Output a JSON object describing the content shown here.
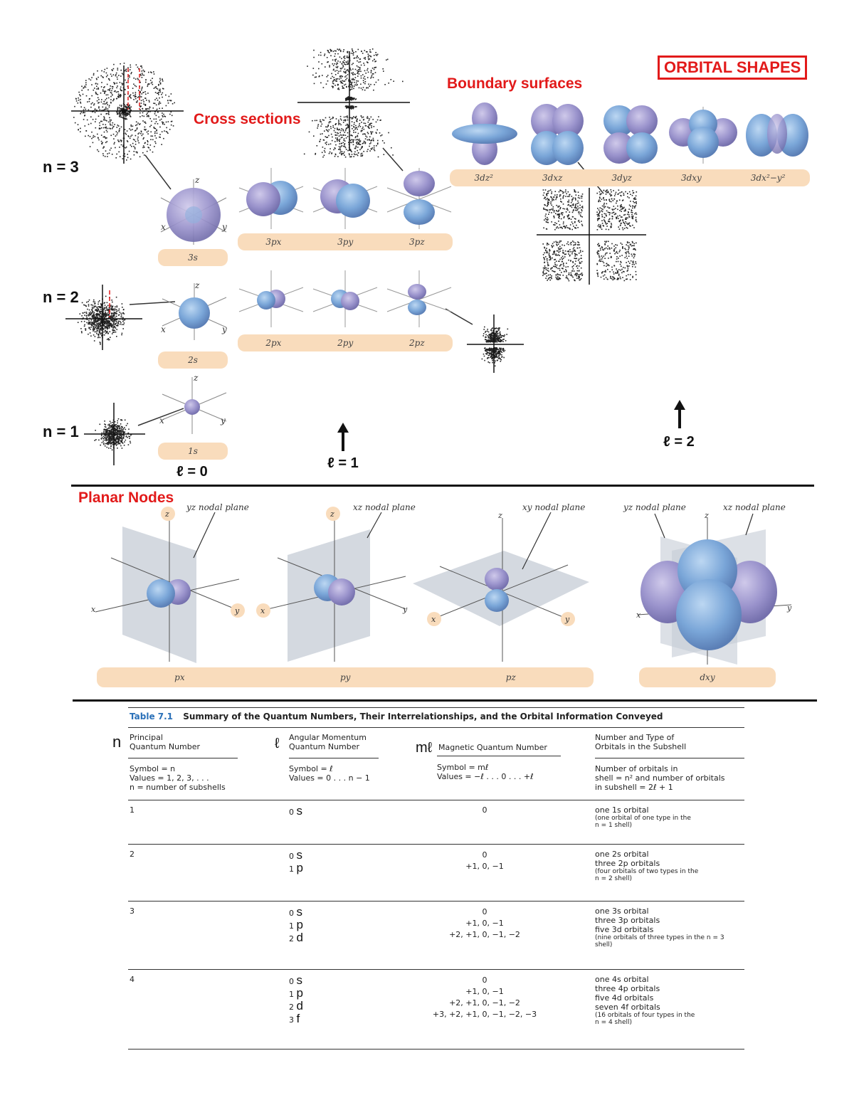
{
  "header": {
    "title": "ORBITAL SHAPES",
    "boundary": "Boundary surfaces",
    "cross": "Cross sections"
  },
  "rows": {
    "n3": "n = 3",
    "n2": "n = 2",
    "n1": "n = 1"
  },
  "l_labels": {
    "l0": "ℓ = 0",
    "l1": "ℓ = 1",
    "l2": "ℓ = 2"
  },
  "orbitals": {
    "s3": "3s",
    "s2": "2s",
    "s1": "1s",
    "p3": [
      "3px",
      "3py",
      "3pz"
    ],
    "p2": [
      "2px",
      "2py",
      "2pz"
    ],
    "d3": [
      "3dz²",
      "3dxz",
      "3dyz",
      "3dxy",
      "3dx²−y²"
    ]
  },
  "axes": {
    "x": "x",
    "y": "y",
    "z": "z"
  },
  "planar": {
    "title": "Planar Nodes",
    "planes": [
      "yz nodal plane",
      "xz nodal plane",
      "xy nodal plane",
      "yz nodal plane",
      "xz nodal plane"
    ],
    "labels": [
      "px",
      "py",
      "pz",
      "dxy"
    ]
  },
  "table": {
    "caption_num": "Table 7.1",
    "caption_text": "Summary of the Quantum Numbers, Their Interrelationships, and the Orbital Information Conveyed",
    "big_n": "n",
    "big_l": "ℓ",
    "big_ml": "mℓ",
    "h1": [
      "Principal",
      "Quantum Number"
    ],
    "h2": [
      "Angular Momentum",
      "Quantum Number"
    ],
    "h3": "Magnetic Quantum Number",
    "h4": [
      "Number and Type of",
      "Orbitals in the Subshell"
    ],
    "s1": [
      "Symbol = n",
      "Values = 1, 2, 3, . . .",
      "n = number of subshells"
    ],
    "s2": [
      "Symbol = ℓ",
      "Values = 0 . . . n − 1"
    ],
    "s3": [
      "Symbol = mℓ",
      "Values =  −ℓ . . . 0 . . . +ℓ"
    ],
    "s4": [
      "Number of orbitals in",
      "shell = n² and number of orbitals",
      "in subshell = 2ℓ + 1"
    ],
    "rows": [
      {
        "n": "1",
        "l": [
          "0"
        ],
        "letters": [
          "s"
        ],
        "ml": [
          "0"
        ],
        "orb": [
          "one 1s orbital"
        ],
        "note": [
          "(one orbital of one type in the",
          "n = 1 shell)"
        ]
      },
      {
        "n": "2",
        "l": [
          "0",
          "1"
        ],
        "letters": [
          "s",
          "p"
        ],
        "ml": [
          "0",
          "+1, 0, −1"
        ],
        "orb": [
          "one 2s orbital",
          "three 2p orbitals"
        ],
        "note": [
          "(four orbitals of two types in the",
          "n = 2 shell)"
        ]
      },
      {
        "n": "3",
        "l": [
          "0",
          "1",
          "2"
        ],
        "letters": [
          "s",
          "p",
          "d"
        ],
        "ml": [
          "0",
          "+1, 0, −1",
          "+2, +1, 0, −1, −2"
        ],
        "orb": [
          "one 3s orbital",
          "three 3p orbitals",
          "five 3d orbitals"
        ],
        "note": [
          "(nine orbitals of three types in the n = 3",
          "shell)"
        ]
      },
      {
        "n": "4",
        "l": [
          "0",
          "1",
          "2",
          "3"
        ],
        "letters": [
          "s",
          "p",
          "d",
          "f"
        ],
        "ml": [
          "0",
          "+1, 0, −1",
          "+2, +1, 0, −1, −2",
          "+3, +2, +1, 0, −1, −2, −3"
        ],
        "orb": [
          "one 4s orbital",
          "three 4p orbitals",
          "five 4d orbitals",
          "seven 4f orbitals"
        ],
        "note": [
          "(16 orbitals of four types in the",
          "n = 4 shell)"
        ]
      }
    ]
  }
}
